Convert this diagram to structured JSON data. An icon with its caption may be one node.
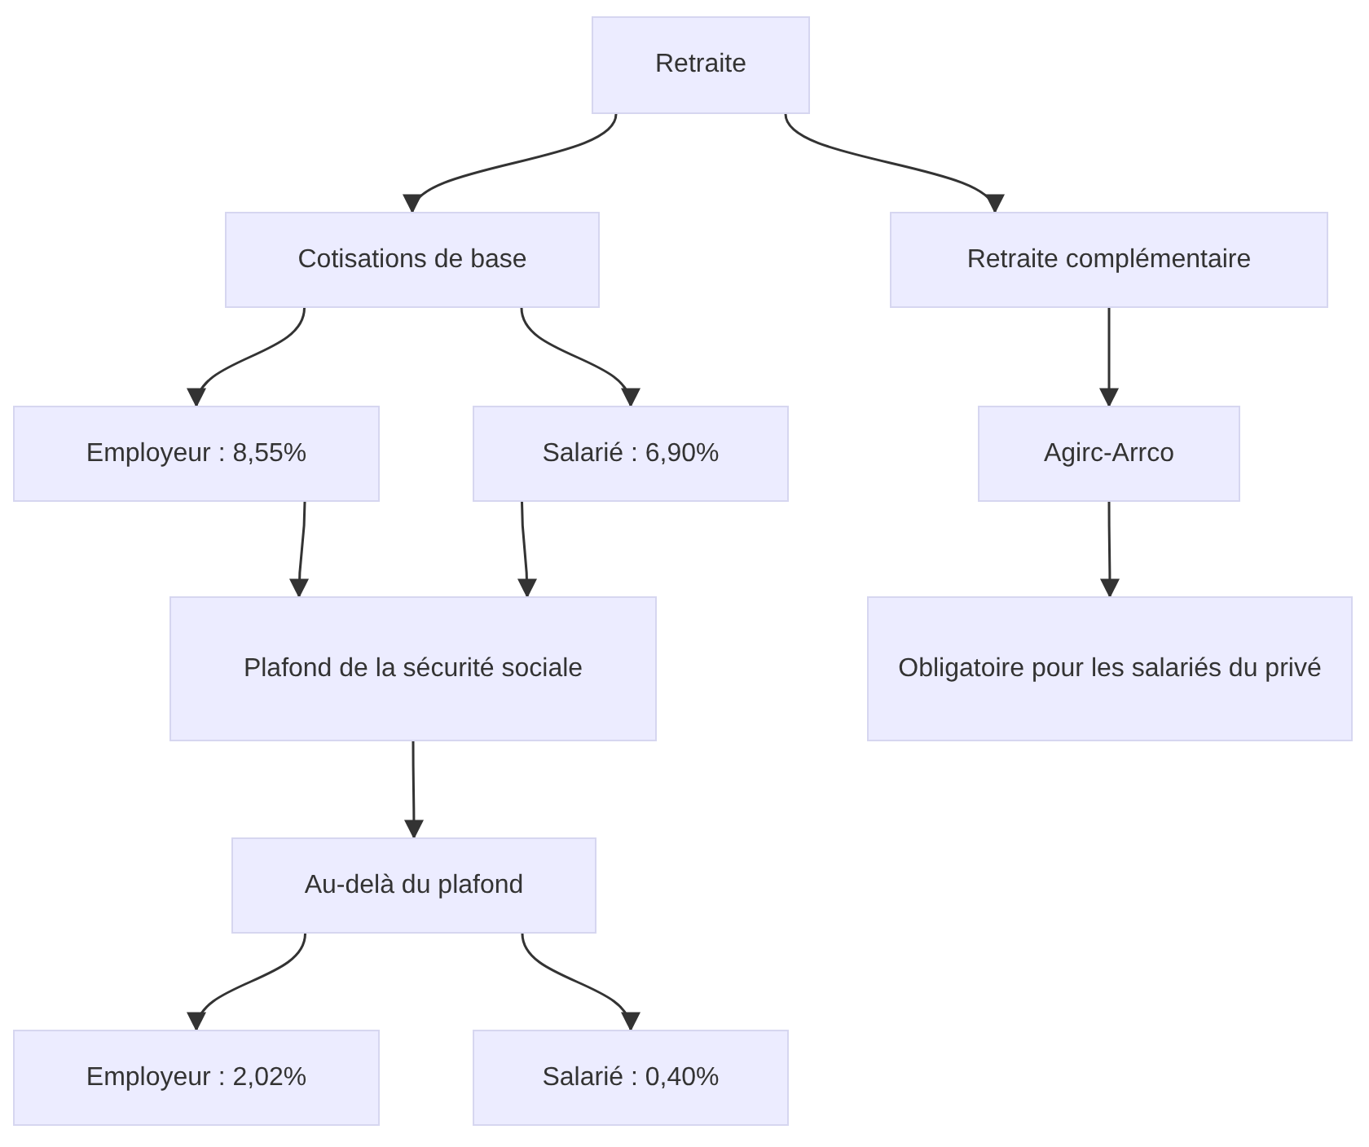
{
  "diagram": {
    "nodes": [
      {
        "text": [
          "Retraite"
        ]
      },
      {
        "text": [
          "Cotisations de base"
        ]
      },
      {
        "text": [
          "Retraite complémentaire"
        ]
      },
      {
        "text": [
          "Employeur : 8,55%"
        ]
      },
      {
        "text": [
          "Salarié : 6,90%"
        ]
      },
      {
        "text": [
          "Agirc-Arrco"
        ]
      },
      {
        "text": [
          "Plafond de la sécurité sociale"
        ]
      },
      {
        "text": [
          "Obligatoire pour les salariés du privé"
        ]
      },
      {
        "text": [
          "Au-delà du plafond"
        ]
      },
      {
        "text": [
          "Employeur : 2,02%"
        ]
      },
      {
        "text": [
          "Salarié : 0,40%"
        ]
      }
    ],
    "edges": [
      {
        "from": 0,
        "to": 1,
        "arrow": "to"
      },
      {
        "from": 0,
        "to": 2,
        "arrow": "to"
      },
      {
        "from": 1,
        "to": 3,
        "arrow": "to"
      },
      {
        "from": 1,
        "to": 4,
        "arrow": "to"
      },
      {
        "from": 2,
        "to": 5,
        "arrow": "to"
      },
      {
        "from": 3,
        "to": 6,
        "arrow": "to"
      },
      {
        "from": 4,
        "to": 6,
        "arrow": "to"
      },
      {
        "from": 5,
        "to": 7,
        "arrow": "to"
      },
      {
        "from": 6,
        "to": 8,
        "arrow": "to"
      },
      {
        "from": 8,
        "to": 9,
        "arrow": "to"
      },
      {
        "from": 8,
        "to": 10,
        "arrow": "to"
      }
    ]
  }
}
